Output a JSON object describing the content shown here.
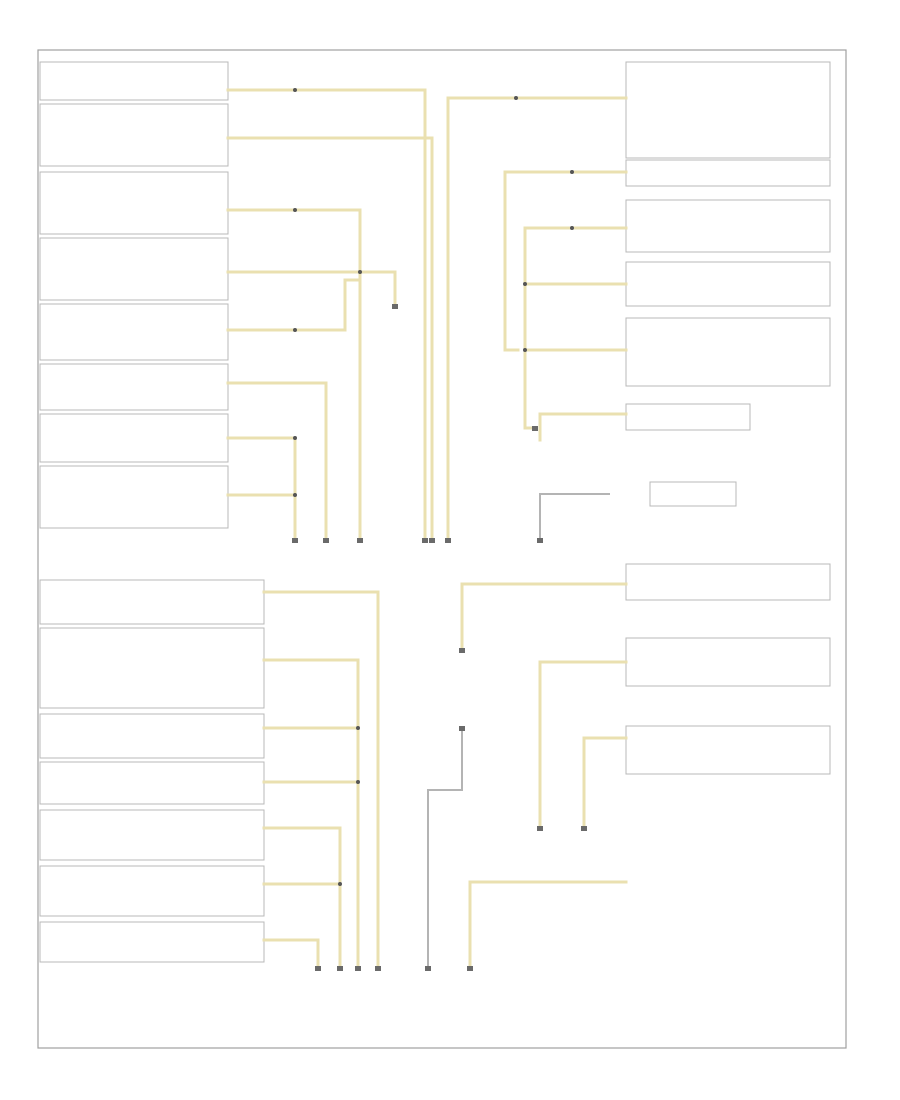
{
  "diagram": {
    "footer": "",
    "components": [
      {
        "id": "c1",
        "lines": [
          "",
          ""
        ]
      },
      {
        "id": "c2",
        "lines": [
          "",
          "",
          "",
          ""
        ]
      },
      {
        "id": "c3",
        "lines": [
          "",
          "",
          "",
          "",
          ""
        ]
      },
      {
        "id": "c4",
        "lines": [
          "",
          "",
          "",
          "",
          ""
        ]
      },
      {
        "id": "c5",
        "lines": [
          "",
          "",
          "",
          ""
        ]
      },
      {
        "id": "c6",
        "lines": [
          "",
          "",
          ""
        ]
      },
      {
        "id": "c7",
        "lines": [
          "",
          "",
          ""
        ]
      },
      {
        "id": "c8",
        "lines": [
          "",
          "",
          "",
          "",
          ""
        ]
      },
      {
        "id": "c9",
        "lines": [
          "",
          "",
          "",
          "",
          "",
          "",
          ""
        ]
      },
      {
        "id": "c10",
        "lines": [
          ""
        ]
      },
      {
        "id": "c11",
        "lines": [
          "",
          "",
          ""
        ]
      },
      {
        "id": "c12",
        "lines": [
          ""
        ]
      },
      {
        "id": "c13",
        "lines": [
          "",
          "",
          "",
          "",
          "",
          ""
        ]
      },
      {
        "id": "c14",
        "lines": [
          ""
        ]
      },
      {
        "id": "c15",
        "lines": [
          ""
        ]
      },
      {
        "id": "c16",
        "lines": [
          "",
          ""
        ]
      },
      {
        "id": "c17",
        "lines": [
          "",
          "",
          ""
        ]
      },
      {
        "id": "c18",
        "lines": [
          "",
          ""
        ]
      },
      {
        "id": "c19",
        "lines": [
          "",
          "",
          "",
          "",
          "",
          "",
          ""
        ]
      },
      {
        "id": "c20",
        "lines": [
          "",
          ""
        ]
      },
      {
        "id": "c21",
        "lines": [
          "",
          ""
        ]
      },
      {
        "id": "c22",
        "lines": [
          "",
          "",
          ""
        ]
      },
      {
        "id": "c23",
        "lines": [
          "",
          "",
          ""
        ]
      },
      {
        "id": "c24",
        "lines": [
          "",
          ""
        ]
      },
      {
        "id": "c25",
        "lines": [
          ""
        ]
      }
    ],
    "grounds": [
      {
        "id": "g1",
        "lines": [
          "",
          "",
          ""
        ]
      },
      {
        "id": "g2",
        "lines": [
          "",
          "",
          ""
        ]
      },
      {
        "id": "g3",
        "lines": [
          "",
          "",
          ""
        ]
      },
      {
        "id": "g4",
        "lines": [
          "",
          "",
          ""
        ]
      },
      {
        "id": "g5",
        "lines": [
          "",
          "",
          ""
        ]
      },
      {
        "id": "g6",
        "lines": [
          "",
          "",
          ""
        ]
      },
      {
        "id": "g7",
        "lines": [
          "",
          "",
          ""
        ]
      },
      {
        "id": "g8",
        "lines": [
          "",
          "",
          ""
        ]
      },
      {
        "id": "g9",
        "lines": [
          "",
          "",
          ""
        ]
      }
    ]
  }
}
